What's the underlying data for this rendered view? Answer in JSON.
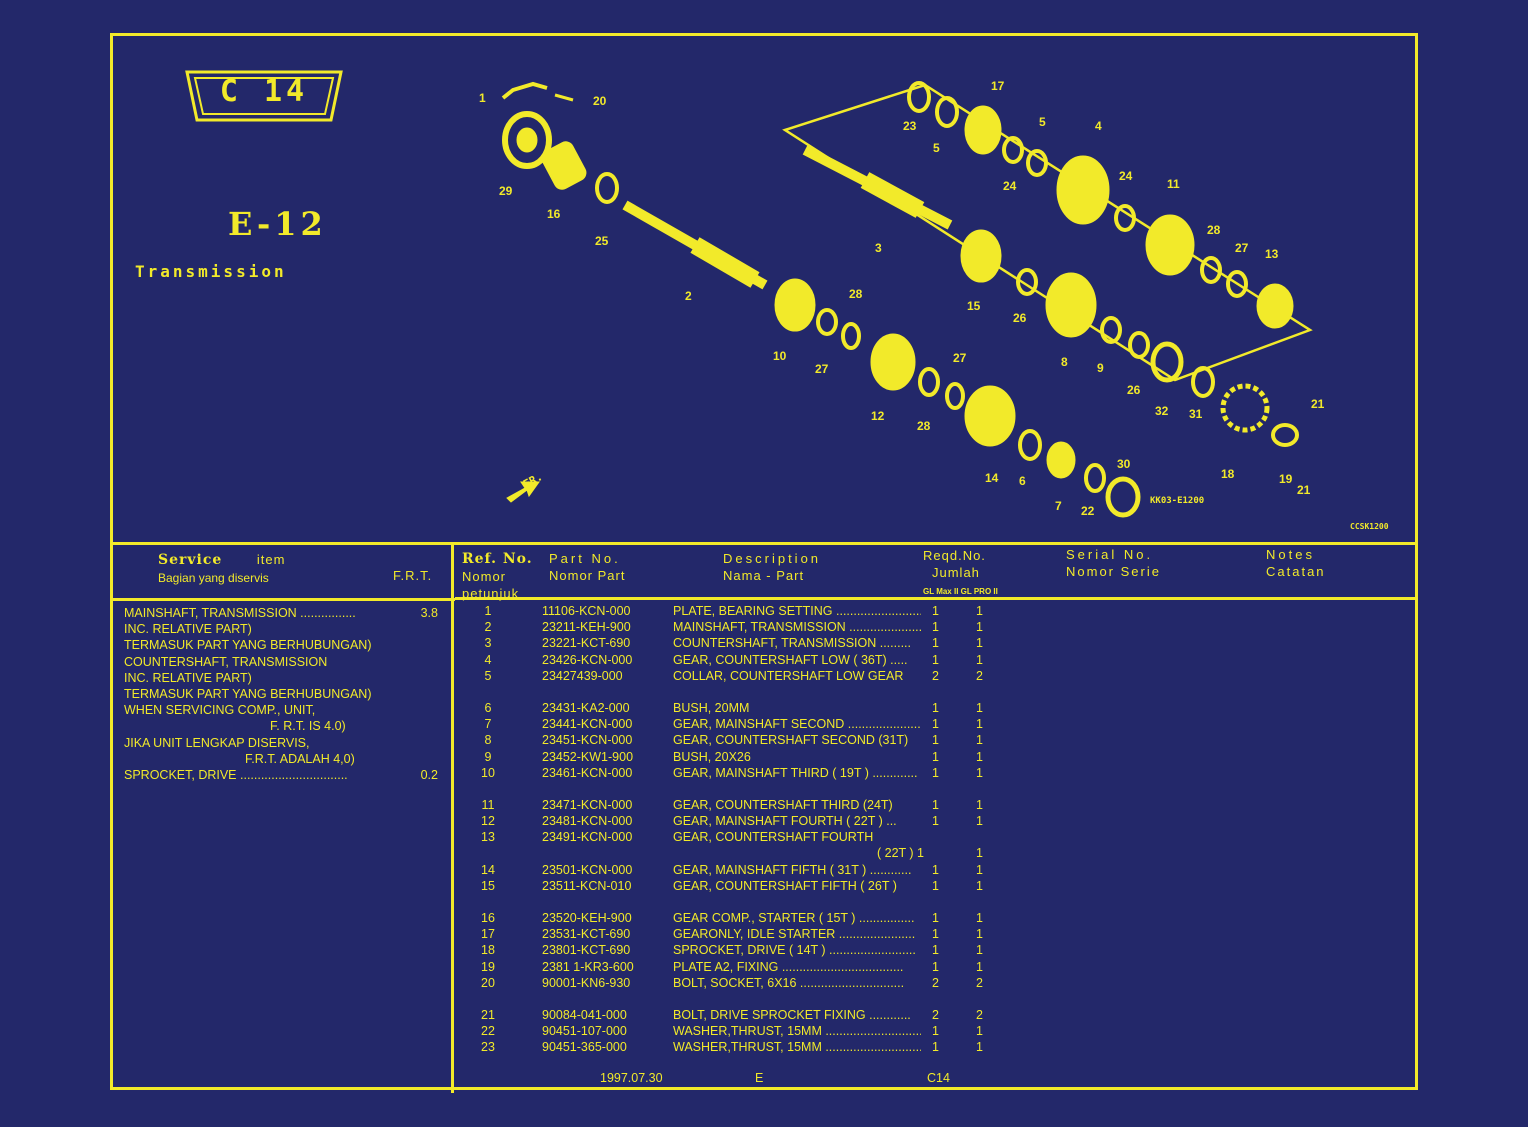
{
  "header": {
    "page_badge": "C 14",
    "section_code": "E-12",
    "title": "Transmission"
  },
  "diagram": {
    "code": "KK03-E1200",
    "code2": "CCSK1200",
    "direction_label": "FR."
  },
  "service_table": {
    "head_en": "Service",
    "head_item": "item",
    "head_id": "Bagian yang diservis",
    "head_frt": "F.R.T.",
    "items": [
      {
        "text": "MAINSHAFT, TRANSMISSION ................",
        "frt": "3.8"
      },
      {
        "text": "INC. RELATIVE PART)",
        "frt": ""
      },
      {
        "text": "TERMASUK PART YANG BERHUBUNGAN)",
        "frt": ""
      },
      {
        "text": "COUNTERSHAFT, TRANSMISSION",
        "frt": ""
      },
      {
        "text": "INC. RELATIVE PART)",
        "frt": ""
      },
      {
        "text": "TERMASUK PART YANG BERHUBUNGAN)",
        "frt": ""
      },
      {
        "text": "WHEN SERVICING COMP., UNIT,",
        "frt": ""
      },
      {
        "text": "F. R.T. IS 4.0)",
        "frt": ""
      },
      {
        "text": "JIKA UNIT LENGKAP DISERVIS,",
        "frt": ""
      },
      {
        "text": "F.R.T. ADALAH 4,0)",
        "frt": ""
      },
      {
        "text": "SPROCKET, DRIVE ...............................",
        "frt": "0.2"
      }
    ]
  },
  "parts_table": {
    "headers": {
      "ref_en": "Ref. No.",
      "ref_id1": "Nomor",
      "ref_id2": "petunjuk",
      "pn_en": "Part No.",
      "pn_id": "Nomor Part",
      "desc_en": "Description",
      "desc_id": "Nama - Part",
      "qty_en": "Reqd.No.",
      "qty_id": "Jumlah",
      "qty_models": "GL Max II  GL PRO II",
      "serial_en": "Serial No.",
      "serial_id": "Nomor Serie",
      "notes_en": "Notes",
      "notes_id": "Catatan"
    },
    "rows": [
      {
        "ref": "1",
        "pn": "11106-KCN-000",
        "desc": "PLATE, BEARING SETTING ..........................",
        "q1": "1",
        "q2": "1"
      },
      {
        "ref": "2",
        "pn": "23211-KEH-900",
        "desc": "MAINSHAFT, TRANSMISSION ......................",
        "q1": "1",
        "q2": "1"
      },
      {
        "ref": "3",
        "pn": "23221-KCT-690",
        "desc": "COUNTERSHAFT, TRANSMISSION .........",
        "q1": "1",
        "q2": "1"
      },
      {
        "ref": "4",
        "pn": "23426-KCN-000",
        "desc": "GEAR, COUNTERSHAFT LOW ( 36T) .....",
        "q1": "1",
        "q2": "1"
      },
      {
        "ref": "5",
        "pn": "23427439-000",
        "desc": "COLLAR, COUNTERSHAFT LOW GEAR",
        "q1": "2",
        "q2": "2"
      },
      {
        "ref": "6",
        "pn": "23431-KA2-000",
        "desc": "BUSH, 20MM",
        "q1": "1",
        "q2": "1",
        "gap": true
      },
      {
        "ref": "7",
        "pn": "23441-KCN-000",
        "desc": "GEAR, MAINSHAFT SECOND .....................",
        "q1": "1",
        "q2": "1"
      },
      {
        "ref": "8",
        "pn": "23451-KCN-000",
        "desc": "GEAR, COUNTERSHAFT SECOND (31T)",
        "q1": "1",
        "q2": "1"
      },
      {
        "ref": "9",
        "pn": "23452-KW1-900",
        "desc": "BUSH, 20X26",
        "q1": "1",
        "q2": "1"
      },
      {
        "ref": "10",
        "pn": "23461-KCN-000",
        "desc": "GEAR, MAINSHAFT THIRD ( 19T ) .............",
        "q1": "1",
        "q2": "1"
      },
      {
        "ref": "11",
        "pn": "23471-KCN-000",
        "desc": "GEAR, COUNTERSHAFT THIRD (24T)",
        "q1": "1",
        "q2": "1",
        "gap": true
      },
      {
        "ref": "12",
        "pn": "23481-KCN-000",
        "desc": "GEAR, MAINSHAFT FOURTH ( 22T ) ...",
        "q1": "1",
        "q2": "1"
      },
      {
        "ref": "13",
        "pn": "23491-KCN-000",
        "desc": "GEAR, COUNTERSHAFT FOURTH",
        "q1": "",
        "q2": ""
      },
      {
        "ref": "",
        "pn": "",
        "desc": "( 22T ) 1",
        "q1": "",
        "q2": "1",
        "indent": true
      },
      {
        "ref": "14",
        "pn": "23501-KCN-000",
        "desc": "GEAR, MAINSHAFT FIFTH ( 31T ) ............",
        "q1": "1",
        "q2": "1"
      },
      {
        "ref": "15",
        "pn": "23511-KCN-010",
        "desc": "GEAR, COUNTERSHAFT FIFTH ( 26T )",
        "q1": "1",
        "q2": "1"
      },
      {
        "ref": "16",
        "pn": "23520-KEH-900",
        "desc": "GEAR COMP., STARTER ( 15T ) ................",
        "q1": "1",
        "q2": "1",
        "gap": true
      },
      {
        "ref": "17",
        "pn": "23531-KCT-690",
        "desc": "GEARONLY, IDLE STARTER ......................",
        "q1": "1",
        "q2": "1"
      },
      {
        "ref": "18",
        "pn": "23801-KCT-690",
        "desc": "SPROCKET, DRIVE ( 14T ) .........................",
        "q1": "1",
        "q2": "1"
      },
      {
        "ref": "19",
        "pn": "2381 1-KR3-600",
        "desc": "PLATE A2, FIXING ...................................",
        "q1": "1",
        "q2": "1"
      },
      {
        "ref": "20",
        "pn": "90001-KN6-930",
        "desc": "BOLT, SOCKET, 6X16 ..............................",
        "q1": "2",
        "q2": "2"
      },
      {
        "ref": "21",
        "pn": "90084-041-000",
        "desc": "BOLT, DRIVE SPROCKET FIXING ............",
        "q1": "2",
        "q2": "2",
        "gap": true
      },
      {
        "ref": "22",
        "pn": "90451-107-000",
        "desc": "WASHER,THRUST, 15MM ............................",
        "q1": "1",
        "q2": "1"
      },
      {
        "ref": "23",
        "pn": "90451-365-000",
        "desc": "WASHER,THRUST, 15MM ............................",
        "q1": "1",
        "q2": "1"
      }
    ],
    "footer": {
      "date": "1997.07.30",
      "code": "E",
      "page": "C14"
    }
  },
  "colors": {
    "background": "#23286a",
    "ink": "#f2ea2a"
  }
}
